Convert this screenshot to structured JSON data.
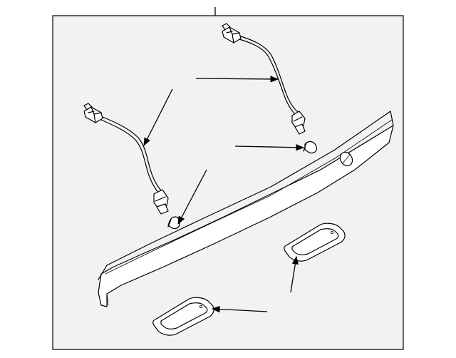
{
  "diagram": {
    "parts": [
      {
        "id": "harness-right",
        "kind": "wire-harness"
      },
      {
        "id": "harness-left",
        "kind": "wire-harness"
      },
      {
        "id": "bulb-right",
        "kind": "bulb"
      },
      {
        "id": "bulb-left",
        "kind": "bulb"
      },
      {
        "id": "garnish-moulding",
        "kind": "trim-strip"
      },
      {
        "id": "lens-right",
        "kind": "license-lamp-lens"
      },
      {
        "id": "lens-left",
        "kind": "license-lamp-lens"
      }
    ],
    "callouts": 6,
    "colors": {
      "line": "#000000",
      "panel": "#f2f2f2",
      "background": "#ffffff"
    }
  }
}
